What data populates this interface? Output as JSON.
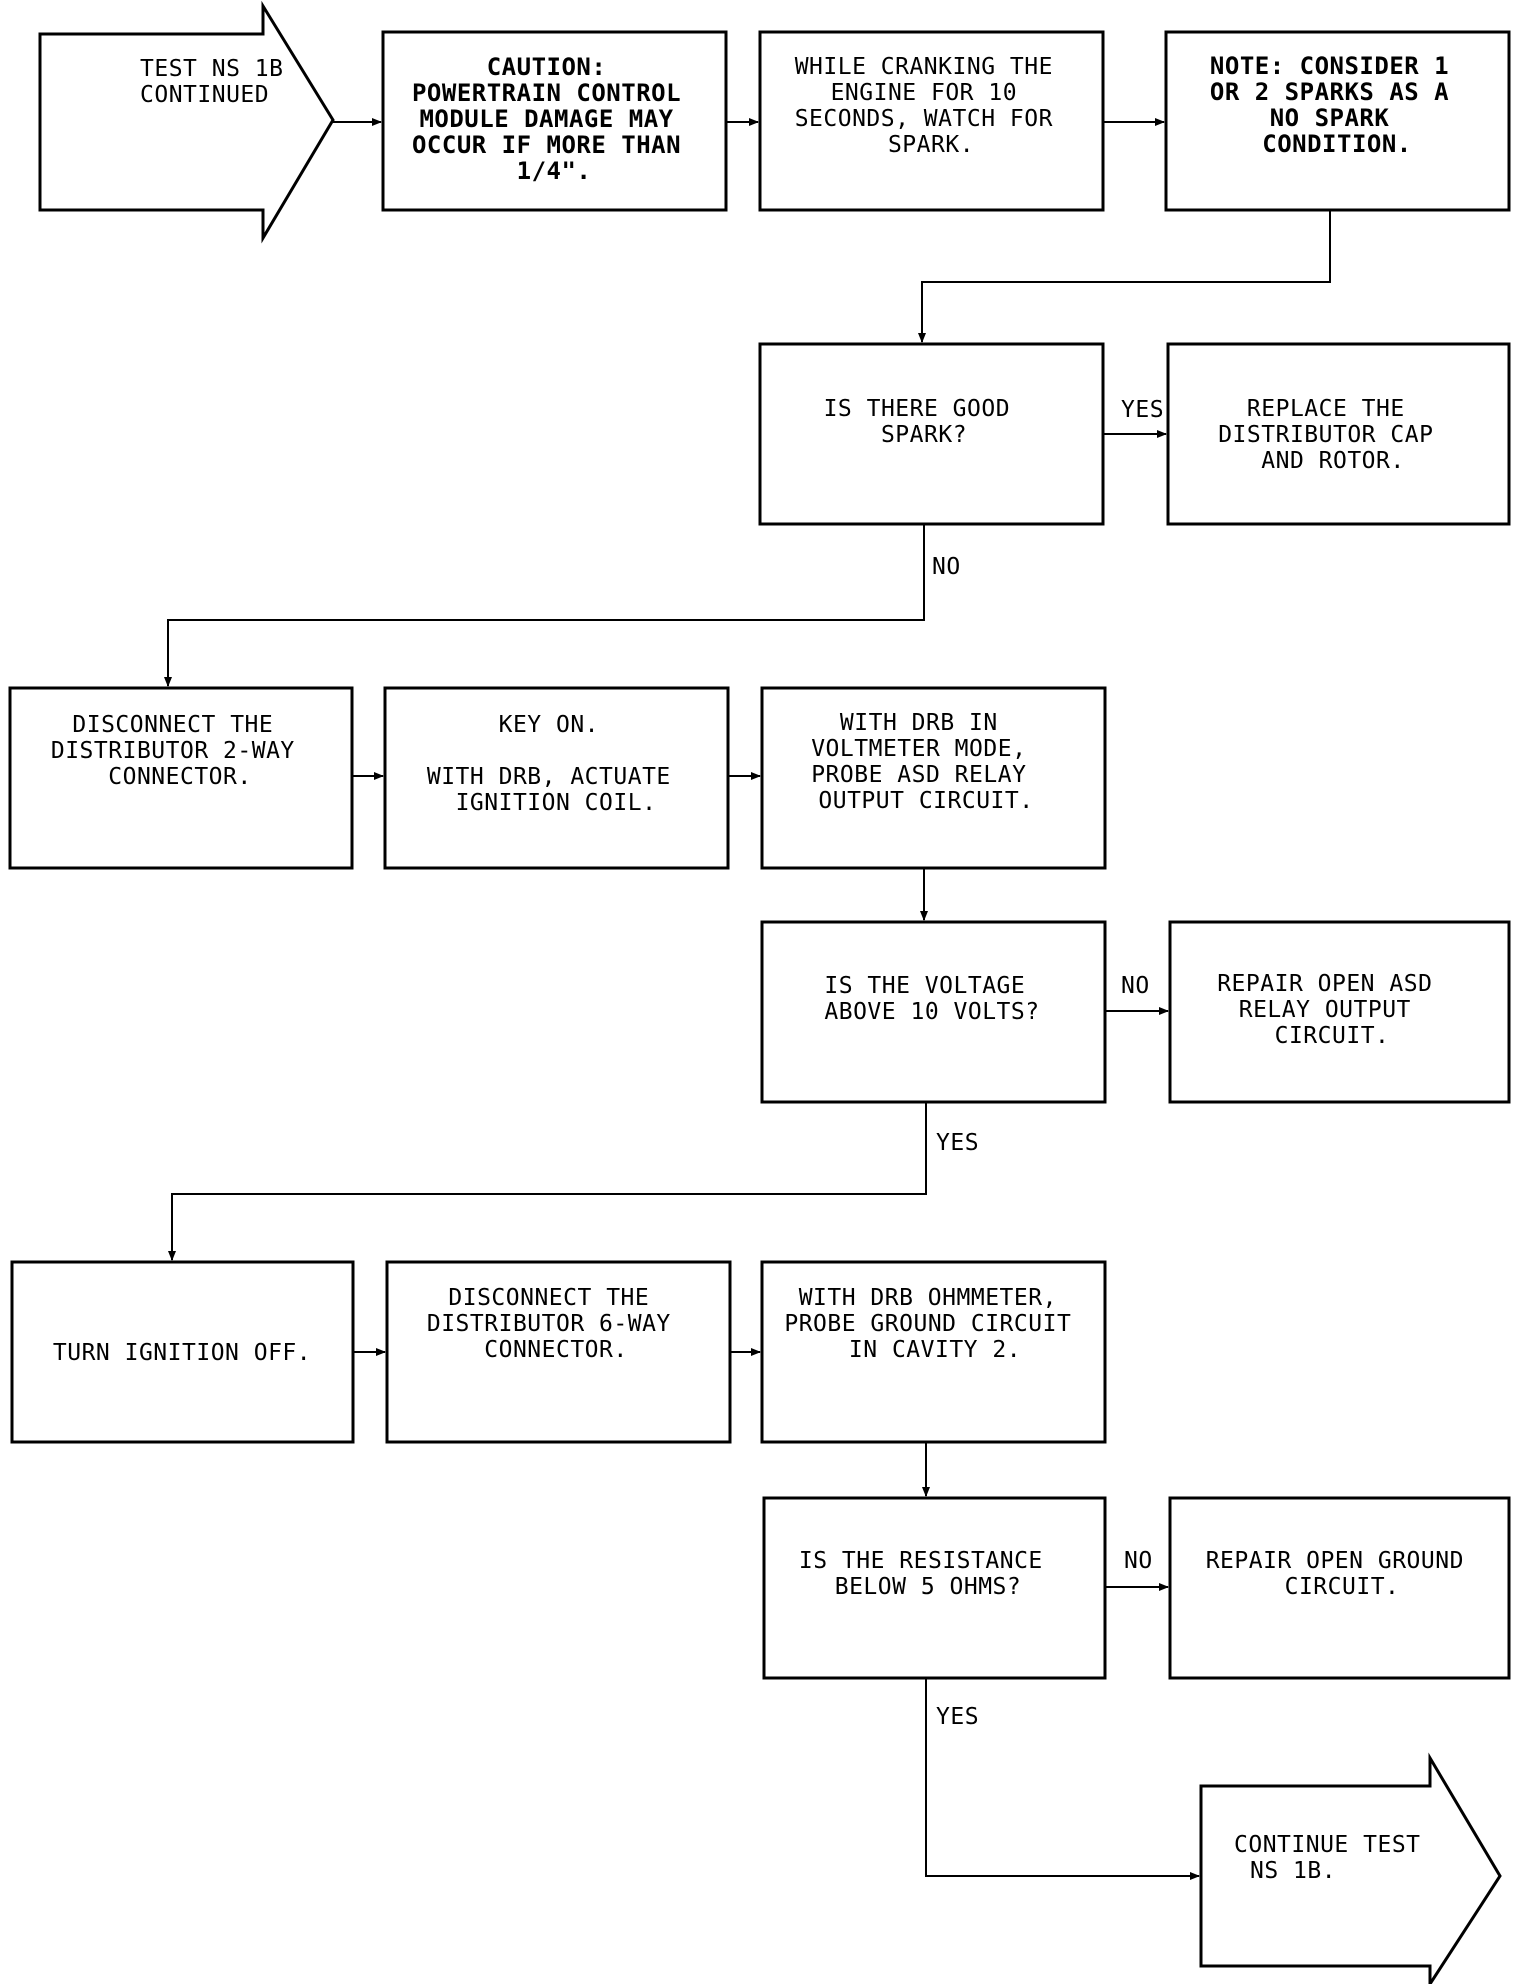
{
  "flowchart": {
    "start": {
      "lines": [
        "TEST NS 1B",
        "CONTINUED"
      ]
    },
    "caution": {
      "lines": [
        "CAUTION:",
        "POWERTRAIN CONTROL",
        "MODULE DAMAGE MAY",
        "OCCUR IF MORE THAN",
        "1/4\"."
      ]
    },
    "crank": {
      "lines": [
        "WHILE CRANKING THE",
        "ENGINE FOR 10",
        "SECONDS, WATCH FOR",
        "SPARK."
      ]
    },
    "note": {
      "lines": [
        "NOTE: CONSIDER 1",
        "OR 2 SPARKS AS A",
        "NO SPARK",
        "CONDITION."
      ]
    },
    "good_spark": {
      "lines": [
        "IS THERE GOOD",
        "SPARK?"
      ]
    },
    "replace_cap": {
      "lines": [
        "REPLACE THE",
        "DISTRIBUTOR CAP",
        "AND ROTOR."
      ]
    },
    "disconnect_2way": {
      "lines": [
        "DISCONNECT THE",
        "DISTRIBUTOR 2-WAY",
        "CONNECTOR."
      ]
    },
    "key_on": {
      "lines": [
        "KEY ON.",
        "",
        "WITH DRB, ACTUATE",
        "IGNITION COIL."
      ]
    },
    "voltmeter": {
      "lines": [
        "WITH DRB IN",
        "VOLTMETER MODE,",
        "PROBE ASD RELAY",
        "OUTPUT CIRCUIT."
      ]
    },
    "voltage_q": {
      "lines": [
        "IS THE VOLTAGE",
        "ABOVE 10 VOLTS?"
      ]
    },
    "repair_asd": {
      "lines": [
        "REPAIR OPEN ASD",
        "RELAY OUTPUT",
        "CIRCUIT."
      ]
    },
    "turn_off": {
      "lines": [
        "TURN IGNITION OFF."
      ]
    },
    "disconnect_6way": {
      "lines": [
        "DISCONNECT THE",
        "DISTRIBUTOR 6-WAY",
        "CONNECTOR."
      ]
    },
    "ohmmeter": {
      "lines": [
        "WITH DRB OHMMETER,",
        "PROBE GROUND CIRCUIT",
        "IN CAVITY 2."
      ]
    },
    "resistance_q": {
      "lines": [
        "IS THE RESISTANCE",
        "BELOW 5 OHMS?"
      ]
    },
    "repair_ground": {
      "lines": [
        "REPAIR OPEN GROUND",
        "CIRCUIT."
      ]
    },
    "end": {
      "lines": [
        "CONTINUE TEST",
        "NS 1B."
      ]
    },
    "labels": {
      "yes_spark": "YES",
      "no_spark": "NO",
      "no_voltage": "NO",
      "yes_voltage": "YES",
      "no_resistance": "NO",
      "yes_resistance": "YES"
    }
  }
}
